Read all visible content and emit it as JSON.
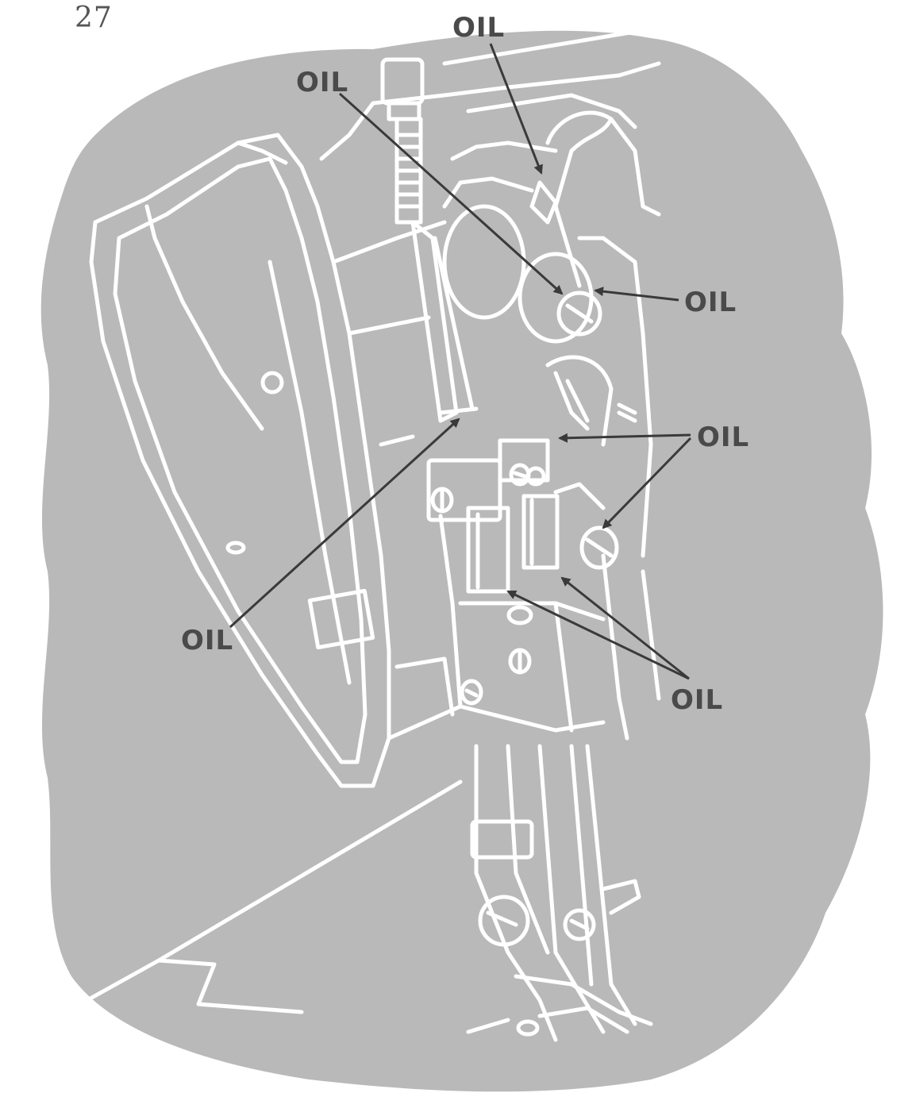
{
  "page_number": "27",
  "labels": {
    "oil_top": "OIL",
    "oil_upper_left": "OIL",
    "oil_right_upper": "OIL",
    "oil_right_middle": "OIL",
    "oil_left_lower": "OIL",
    "oil_right_lower": "OIL"
  },
  "colors": {
    "background_blob": "#b9b9b9",
    "line_art": "#ffffff",
    "label_text": "#4a4a4a",
    "leader_lines": "#3a3a3a"
  }
}
